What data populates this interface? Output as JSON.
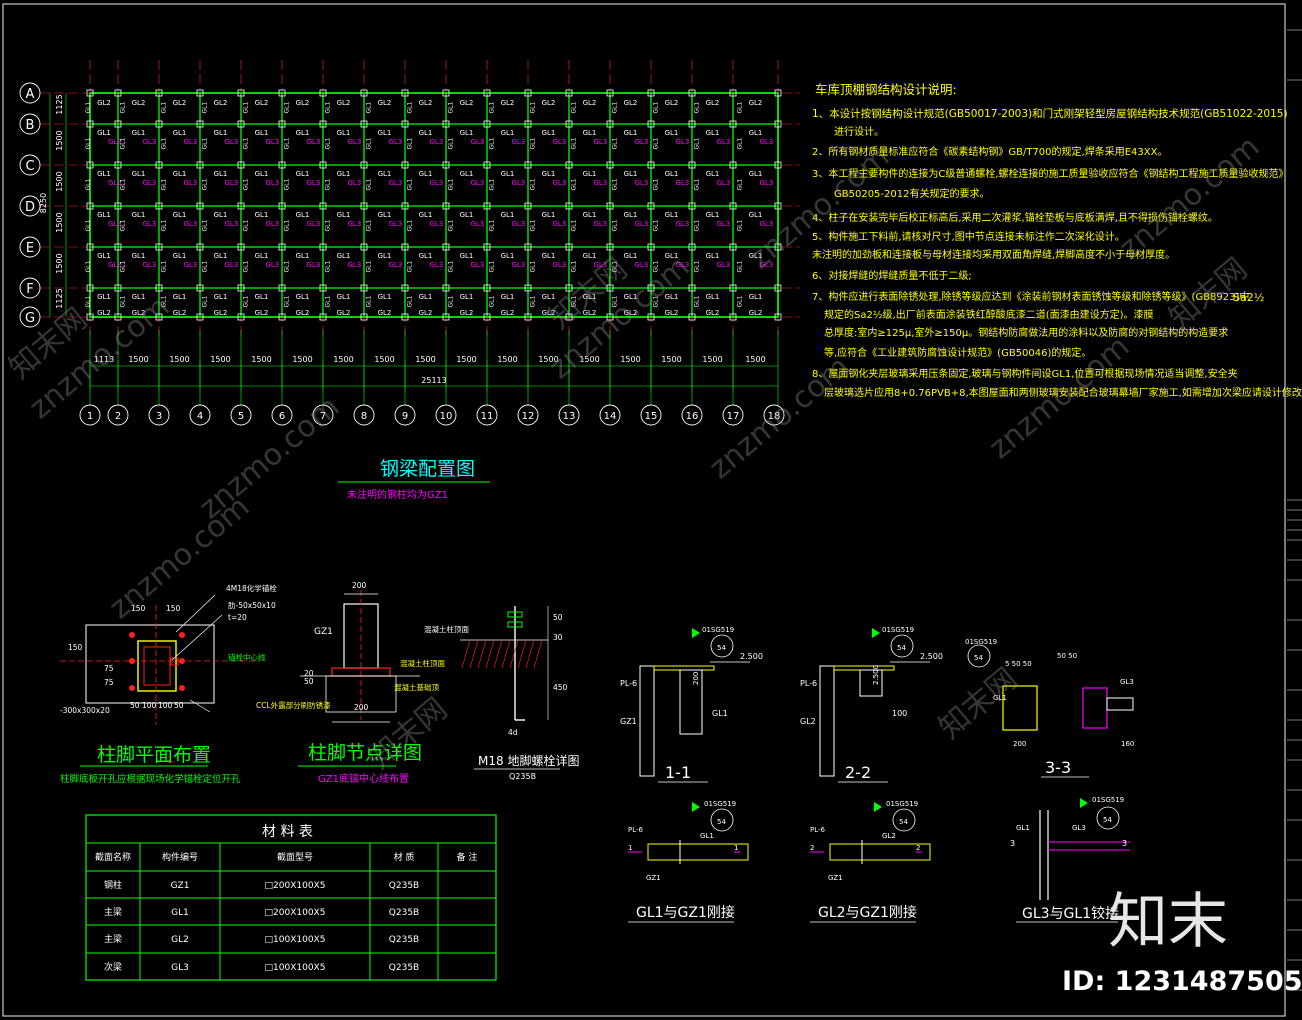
{
  "plan": {
    "title": "钢梁配置图",
    "subtitle": "未注明的钢柱均为GZ1",
    "row_axes": [
      "A",
      "B",
      "C",
      "D",
      "E",
      "F",
      "G"
    ],
    "col_axes": [
      "1",
      "2",
      "3",
      "4",
      "5",
      "6",
      "7",
      "8",
      "9",
      "10",
      "11",
      "12",
      "13",
      "14",
      "15",
      "16",
      "17",
      "18"
    ],
    "left_dims": [
      "1125",
      "1500",
      "1500",
      "1500",
      "1500",
      "1125"
    ],
    "left_total": "8250",
    "bottom_dims": [
      "1113",
      "1500",
      "1500",
      "1500",
      "1500",
      "1500",
      "1500",
      "1500",
      "1500",
      "1500",
      "1500",
      "1500",
      "1500",
      "1500",
      "1500",
      "1500",
      "1500"
    ],
    "bottom_total": "25113",
    "beam_labels": {
      "gl1": "GL1",
      "gl2": "GL2",
      "gl3": "GL3"
    }
  },
  "notes": {
    "title": "车库顶棚钢结构设计说明:",
    "items": [
      "1、本设计按钢结构设计规范(GB50017-2003)和门式刚架轻型房屋钢结构技术规范(GB51022-2015)",
      "进行设计。",
      "2、所有钢材质量标准应符合《碳素结构钢》GB/T700的规定,焊条采用E43XX。",
      "3、本工程主要构件的连接为C级普通螺栓,螺栓连接的施工质量验收应符合《钢结构工程施工质量验收规范》",
      "GB50205-2012有关规定的要求。",
      "4、柱子在安装完毕后校正标高后,采用二次灌浆,锚栓垫板与底板满焊,且不得损伤锚栓螺纹。",
      "5、构件施工下料前,请核对尺寸,图中节点连接未标注作二次深化设计。",
      "未注明的加劲板和连接板与母材连接均采用双面角焊缝,焊脚高度不小于母材厚度。",
      "6、对接焊缝的焊缝质量不低于二级;",
      "7、构件应进行表面除锈处理,除锈等级应达到《涂装前钢材表面锈蚀等级和除锈等级》(GB8923)中",
      "规定的Sa2½级,出厂前表面涂装铁红醇酸底漆二道(面漆由建设方定)。漆膜",
      "总厚度:室内≥125μ,室外≥150μ。钢结构防腐做法用的涂料以及防腐的对钢结构的构造要求",
      "等,应符合《工业建筑防腐蚀设计规范》(GB50046)的规定。",
      "8、屋面钢化夹层玻璃采用压条固定,玻璃与钢构件间设GL1,位置可根据现场情况适当调整,安全夹",
      "层玻璃选片应用8+0.76PVB+8,本图屋面和两侧玻璃安装配合玻璃幕墙厂家施工,如需增加次梁应请设计修改。"
    ],
    "sa_mark": "Sa2½"
  },
  "foot_plan": {
    "title": "柱脚平面布置",
    "subtitle": "柱脚底板开孔应根据现场化学锚栓定位开孔",
    "dims": [
      "150",
      "150",
      "50",
      "100",
      "100",
      "50",
      "150",
      "75",
      "75",
      "-300x300x20",
      "4M18化学锚栓",
      "肋-50x50x10",
      "t=20"
    ],
    "side_label": "锚栓中心线"
  },
  "foot_detail": {
    "title": "柱脚节点详图",
    "subtitle": "GZ1底锚中心线布置",
    "labels": [
      "200",
      "GZ1",
      "50",
      "20",
      "200",
      "混凝土柱顶面",
      "混凝土基础顶",
      "CCL外露部分刷防锈漆"
    ]
  },
  "bolt_detail": {
    "title": "M18 地脚螺栓详图",
    "subtitle": "Q235B",
    "labels": [
      "混凝土柱顶面",
      "50",
      "30",
      "450",
      "4d"
    ]
  },
  "sections": [
    {
      "title": "1-1",
      "std": "01SG519",
      "page": "54",
      "labels": [
        "PL-6",
        "GZ1",
        "GL1",
        "200",
        "2.500"
      ]
    },
    {
      "title": "2-2",
      "std": "01SG519",
      "page": "54",
      "labels": [
        "PL-6",
        "GL2",
        "100",
        "2.500"
      ]
    },
    {
      "title": "3-3",
      "std": "01SG519",
      "page": "54",
      "labels": [
        "5 50 50",
        "50 50",
        "GL1",
        "GL3",
        "200",
        "160"
      ]
    }
  ],
  "joints": [
    {
      "title": "GL1与GZ1刚接",
      "std": "01SG519",
      "page": "54",
      "labels": [
        "PL-6",
        "GL1",
        "GZ1",
        "1",
        "1"
      ]
    },
    {
      "title": "GL2与GZ1刚接",
      "std": "01SG519",
      "page": "54",
      "labels": [
        "PL-6",
        "GL2",
        "GZ1",
        "2",
        "2"
      ]
    },
    {
      "title": "GL3与GL1铰接",
      "std": "01SG519",
      "page": "54",
      "labels": [
        "GL1",
        "GL3",
        "3",
        "3"
      ]
    }
  ],
  "material_table": {
    "title": "材 料 表",
    "headers": [
      "截面名称",
      "构件编号",
      "截面型号",
      "材 质",
      "备 注"
    ],
    "rows": [
      [
        "钢柱",
        "GZ1",
        "□200X100X5",
        "Q235B",
        ""
      ],
      [
        "主梁",
        "GL1",
        "□200X100X5",
        "Q235B",
        ""
      ],
      [
        "主梁",
        "GL2",
        "□100X100X5",
        "Q235B",
        ""
      ],
      [
        "次梁",
        "GL3",
        "□100X100X5",
        "Q235B",
        ""
      ]
    ]
  },
  "watermark": {
    "brand": "知末",
    "id": "ID: 1231487505",
    "site": "znzmo.com",
    "site_cn": "知末网"
  },
  "colors": {
    "background": "#000000",
    "green": "#00ff00",
    "yellow": "#ffff00",
    "white": "#ffffff",
    "magenta": "#ff00ff",
    "cyan": "#00ffff",
    "red": "#ff2020",
    "grey": "#7a7a7a"
  }
}
